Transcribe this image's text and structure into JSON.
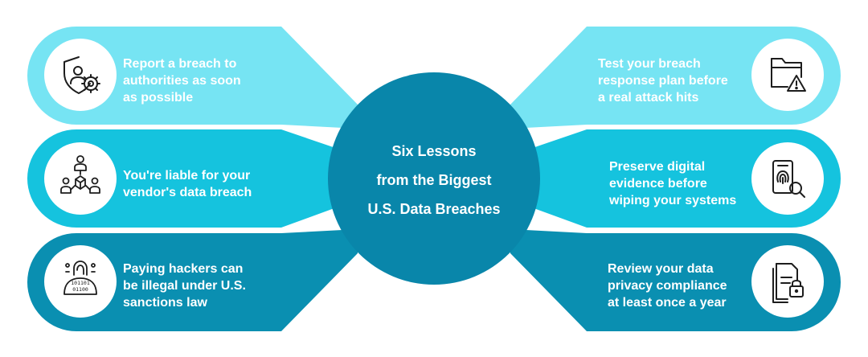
{
  "center": {
    "title": "Six Lessons\nfrom the Biggest\nU.S. Data Breaches"
  },
  "lessons": [
    {
      "text": "Report a breach to\nauthorities as soon\nas possible",
      "icon": "shield-user-gear-icon"
    },
    {
      "text": "You're liable for your\nvendor's data breach",
      "icon": "vendor-network-icon"
    },
    {
      "text": "Paying hackers can\nbe illegal under U.S.\nsanctions law",
      "icon": "hacker-binary-icon"
    },
    {
      "text": "Test your breach\nresponse plan before\na real attack hits",
      "icon": "folder-warning-icon"
    },
    {
      "text": "Preserve digital\nevidence before\nwiping your systems",
      "icon": "fingerprint-search-icon"
    },
    {
      "text": "Review your data\nprivacy compliance\nat least once a year",
      "icon": "document-lock-icon"
    }
  ],
  "colors": {
    "light": "#76E4F3",
    "mid": "#15C3DE",
    "dark": "#0A8FB1",
    "center": "#0986AA",
    "icon": "#1d1d1d"
  }
}
